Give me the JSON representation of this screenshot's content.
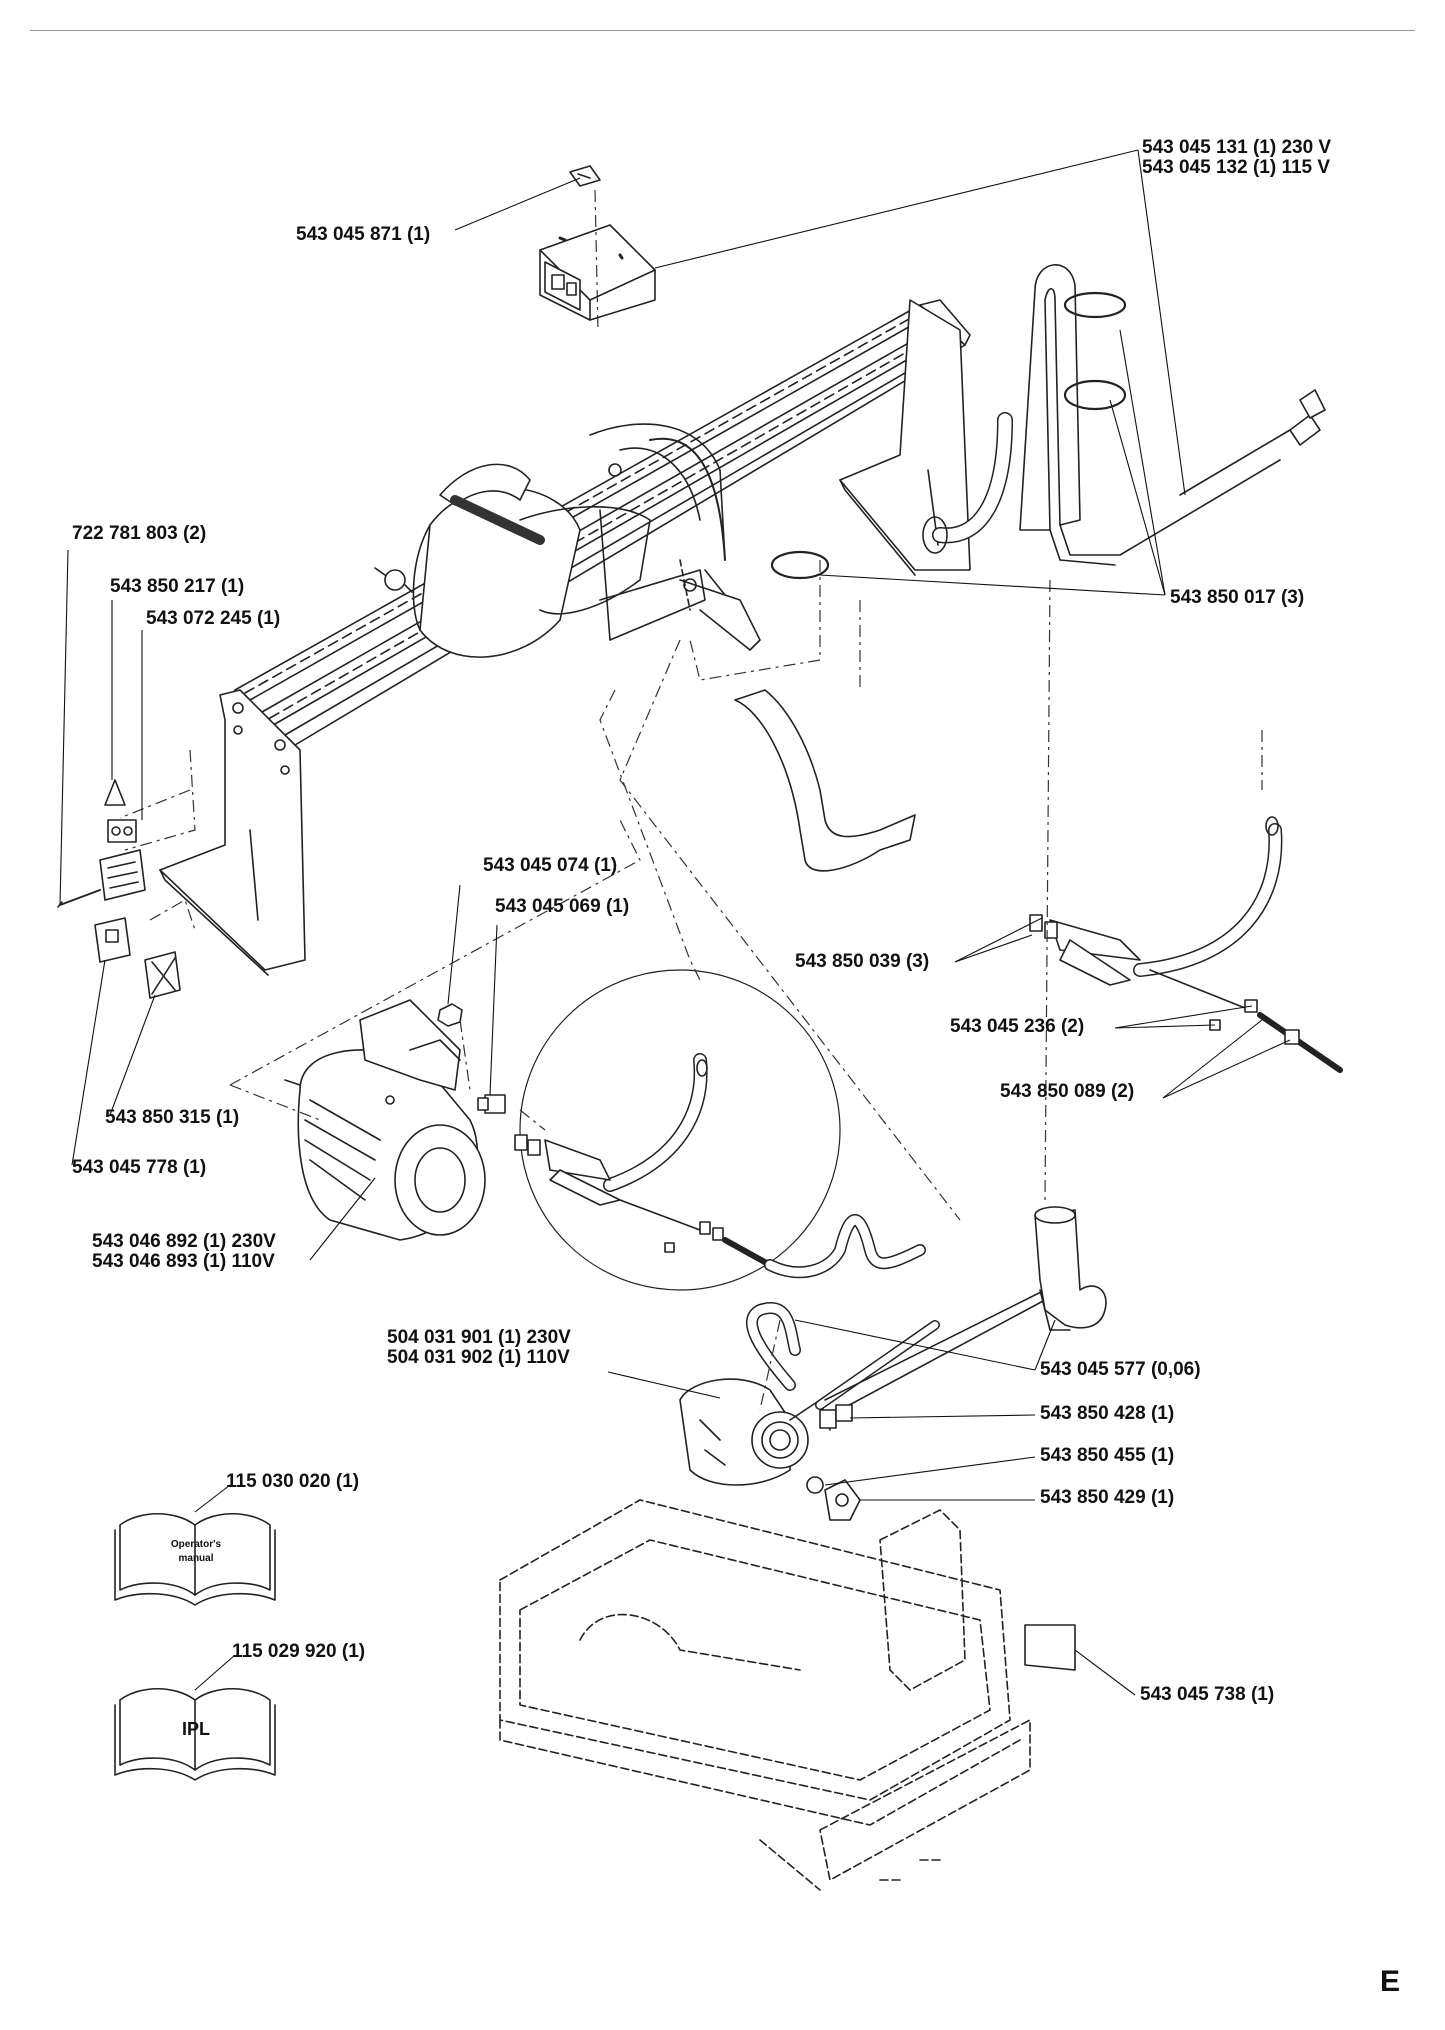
{
  "labels": {
    "power_switch": [
      "543 045 131 (1) 230  V",
      "543 045 132 (1) 115 V"
    ],
    "switch_label": "543 045 871 (1)",
    "screw": "722 781 803 (2)",
    "decal_1": "543 850 217 (1)",
    "decal_2": "543 072 245 (1)",
    "hose_clamp_3": "543 850 017 (3)",
    "nut": "543 045 074 (1)",
    "cable_gland": "543 045 069 (1)",
    "valve_3": "543 850 039 (3)",
    "nozzle_2": "543 045 236 (2)",
    "connector_2": "543 850 089 (2)",
    "label_warning": "543 850 315 (1)",
    "label_ce": "543 045 778 (1)",
    "motor": [
      "543 046 892 (1) 230V",
      "543 046 893 (1) 110V"
    ],
    "pump": [
      "504 031 901 (1) 230V",
      "504 031 902 (1) 110V"
    ],
    "hose": "543 045 577 (0,06)",
    "pump_fitting": "543 850 428 (1)",
    "pump_washer": "543 850 455 (1)",
    "pump_cap": "543 850 429 (1)",
    "operators_manual": "115 030 020 (1)",
    "ipl": "115 029 920 (1)",
    "tray_label": "543 045 738 (1)"
  },
  "books": {
    "manual_text": [
      "Operator's",
      "manual"
    ],
    "ipl_text": "IPL"
  },
  "page_letter": "E"
}
